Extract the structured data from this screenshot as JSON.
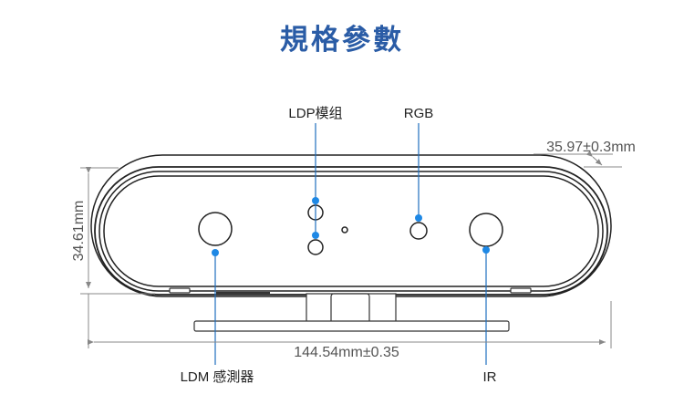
{
  "title": "規格參數",
  "labels": {
    "ldp": "LDP模组",
    "rgb": "RGB",
    "ldm": "LDM 感測器",
    "ir": "IR"
  },
  "dimensions": {
    "depth": "35.97±0.3mm",
    "height": "34.61mm",
    "width": "144.54mm±0.35"
  },
  "colors": {
    "accent": "#2a5ca6",
    "callout": "#1e88e5"
  }
}
